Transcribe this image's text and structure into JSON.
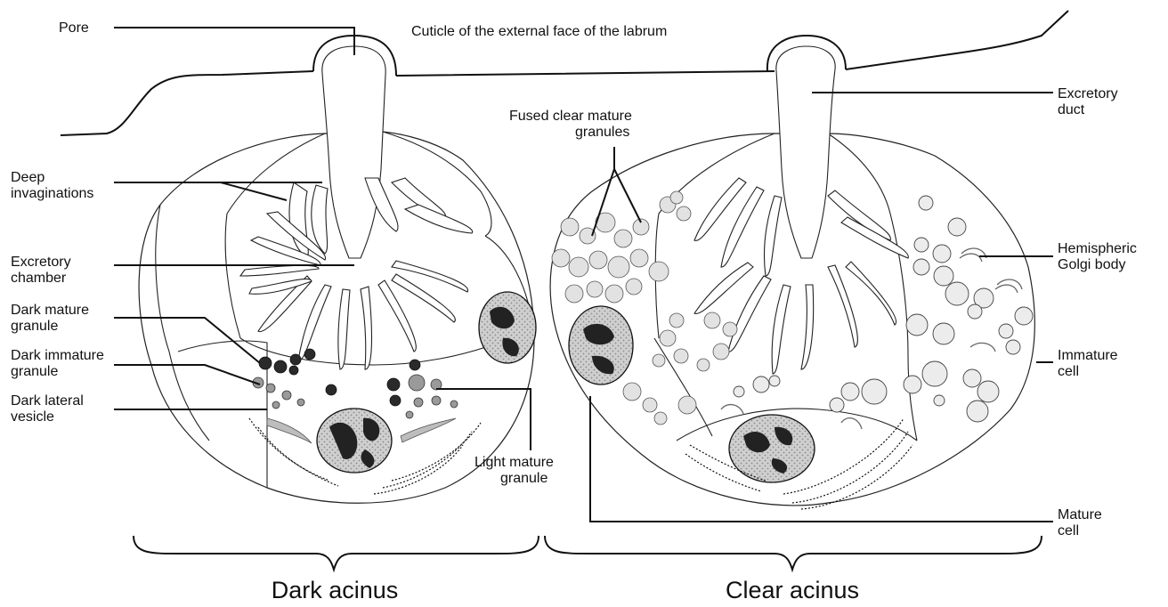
{
  "labels": {
    "pore": "Pore",
    "cuticle": "Cuticle of the external face of the labrum",
    "deep_invaginations": [
      "Deep",
      "invaginations"
    ],
    "excretory_chamber": [
      "Excretory",
      "chamber"
    ],
    "dark_mature_granule": [
      "Dark mature",
      "granule"
    ],
    "dark_immature_granule": [
      "Dark immature",
      "granule"
    ],
    "dark_lateral_vesicle": [
      "Dark lateral",
      "vesicle"
    ],
    "light_mature_granule": [
      "Light mature",
      "granule"
    ],
    "fused_clear_mature_granules": [
      "Fused clear mature",
      "granules"
    ],
    "excretory_duct": [
      "Excretory",
      "duct"
    ],
    "hemispheric_golgi_body": [
      "Hemispheric",
      "Golgi body"
    ],
    "immature_cell": [
      "Immature",
      "cell"
    ],
    "mature_cell": [
      "Mature",
      "cell"
    ]
  },
  "captions": {
    "dark_acinus": "Dark acinus",
    "clear_acinus": "Clear acinus"
  },
  "colors": {
    "ink": "#111111",
    "dark_granule": "#2a2a2a",
    "immature_granule": "#9a9a9a",
    "clear_granule": "#e2e2e2",
    "nucleus_fill": "#c9c9c9"
  }
}
